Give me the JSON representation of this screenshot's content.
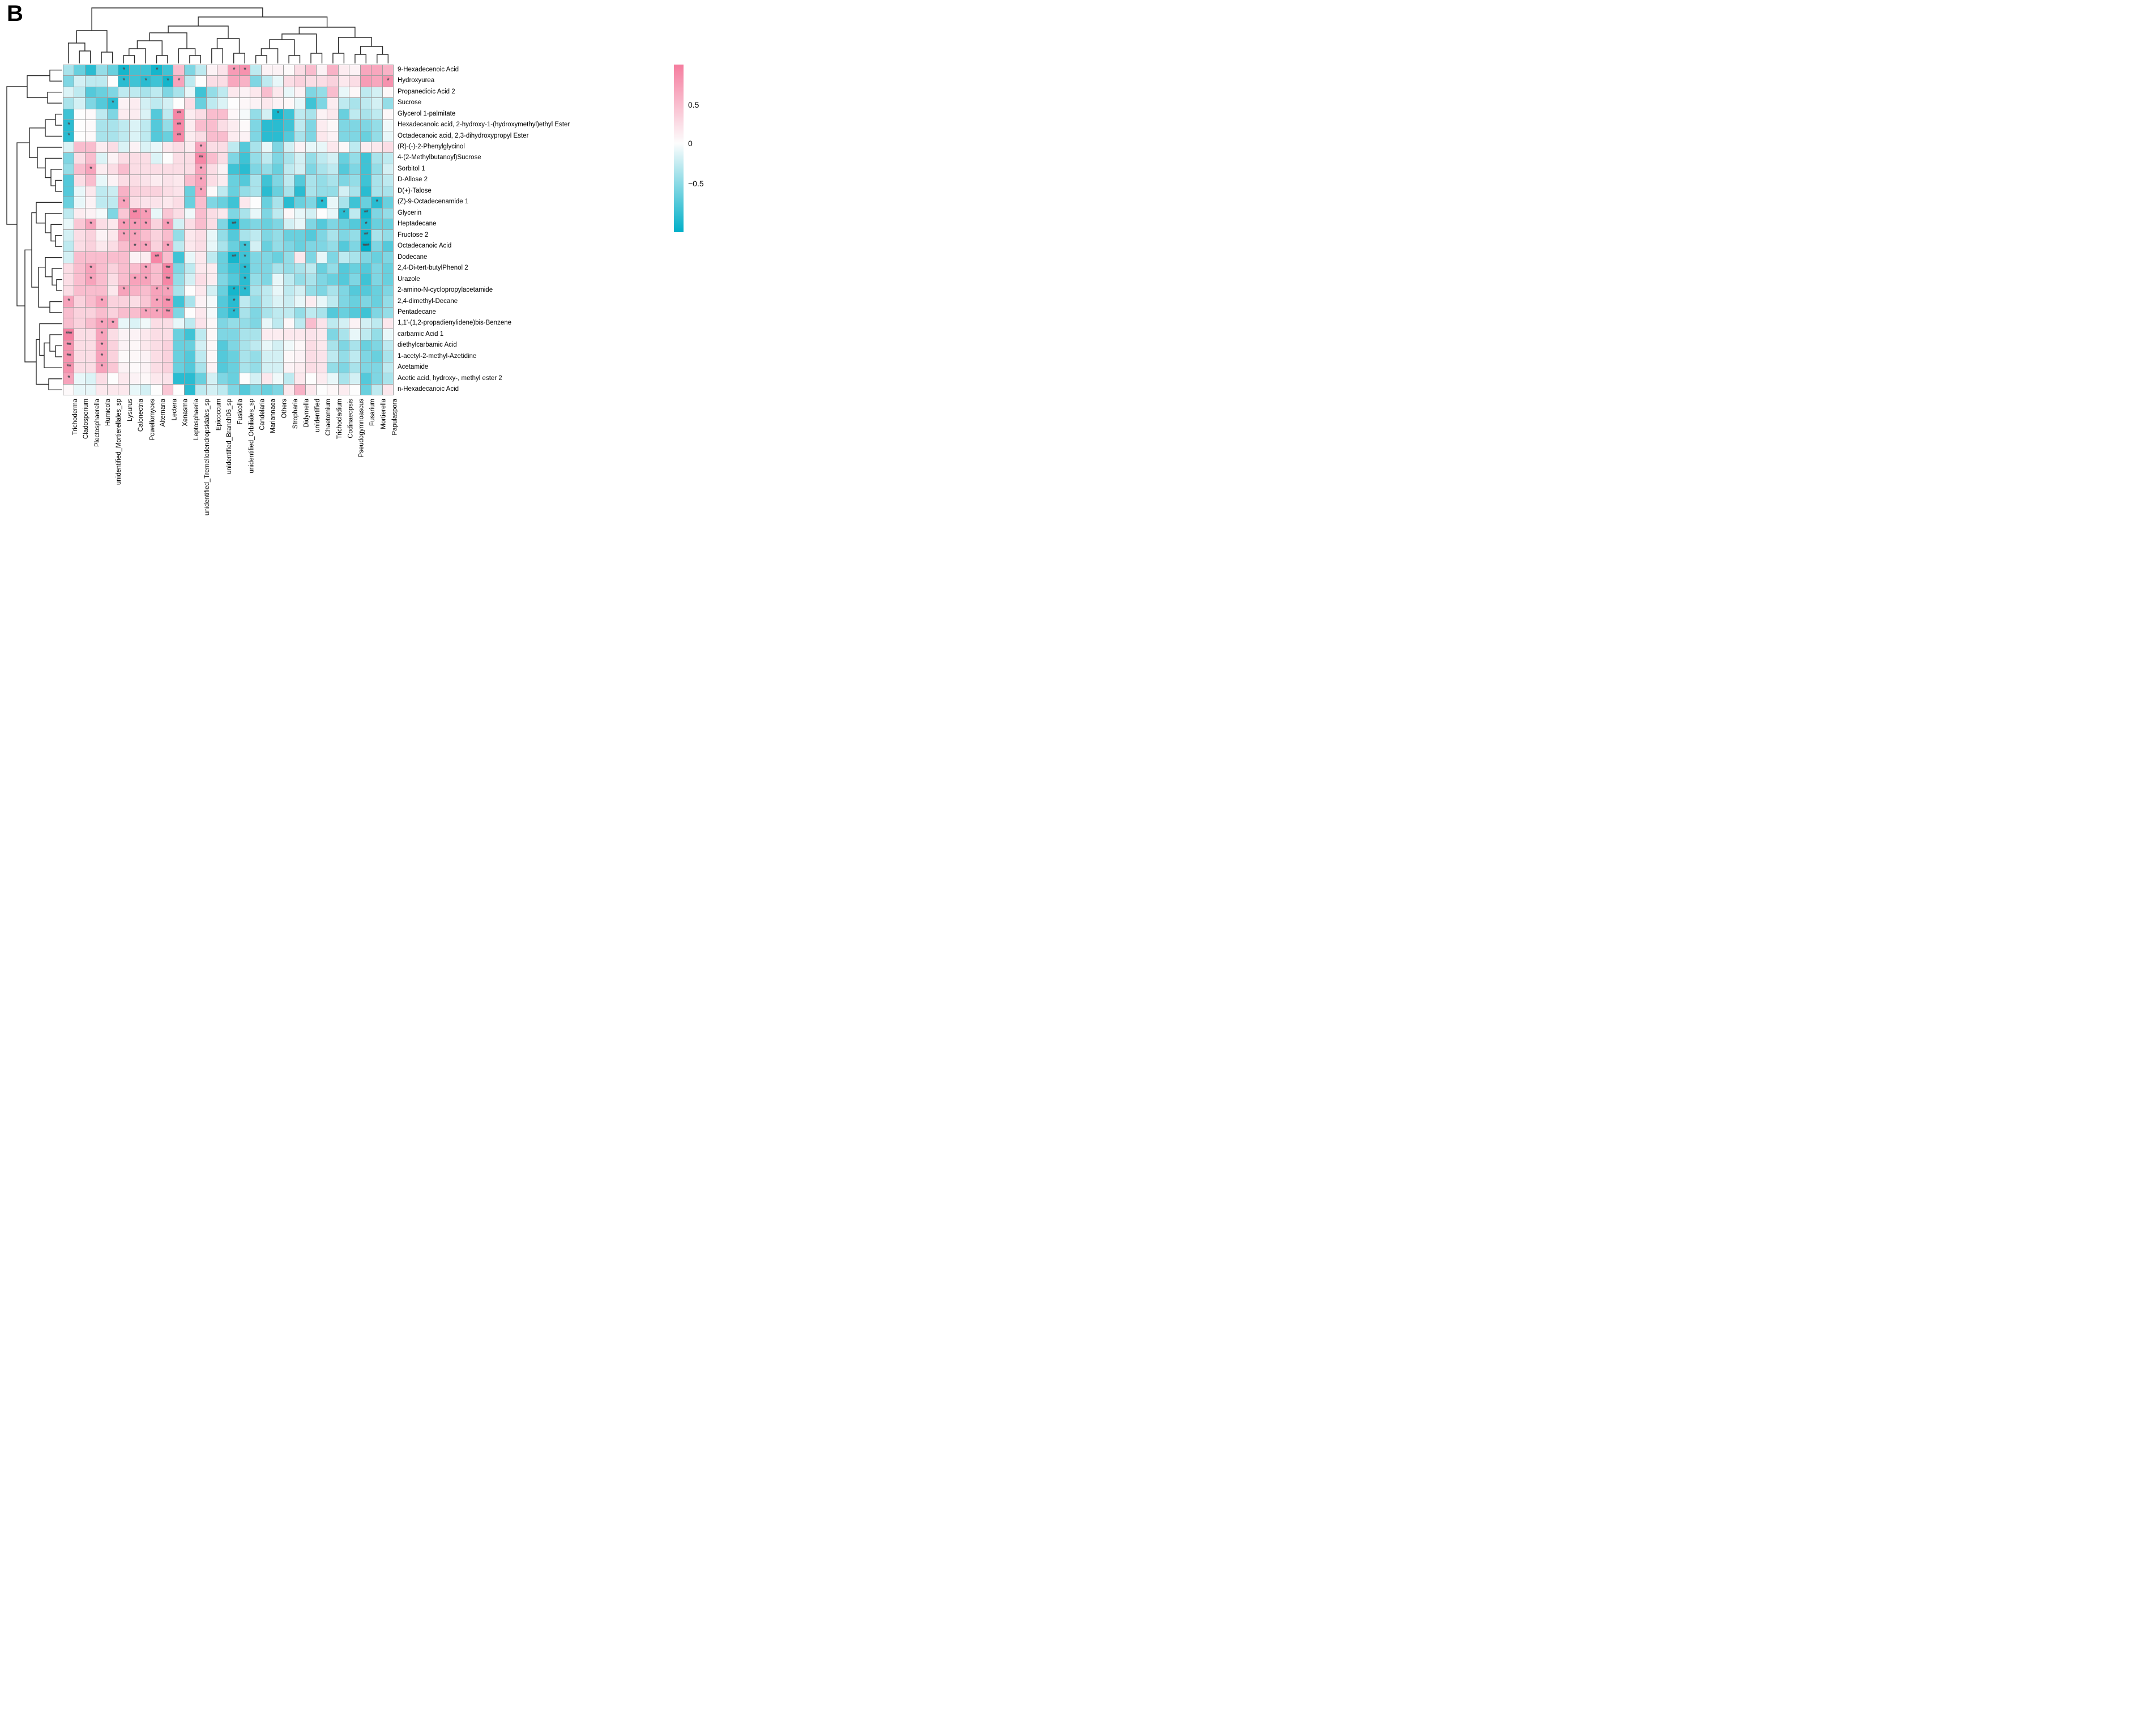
{
  "title": "B",
  "colorbar": {
    "ticks": [
      "0.5",
      "0",
      "-0.5"
    ],
    "tick_fractions": [
      0.24,
      0.47,
      0.71
    ],
    "max_color": "#F57C9E",
    "mid_color": "#FDFDFD",
    "min_color": "#00AFC8",
    "scale_limit": 0.6
  },
  "grid_line_color": "#9e9e9e",
  "chart_data": {
    "type": "heatmap",
    "title": "B",
    "legend_position": "right",
    "value_range": [
      -0.6,
      0.6
    ],
    "columns": [
      "Trichoderma",
      "Cladosporium",
      "Plectosphaerella",
      "Humicola",
      "unidentified_Mortierellales_sp",
      "Lysurus",
      "Calonectria",
      "Powellomyces",
      "Alternaria",
      "Lectera",
      "Xenasma",
      "Leptosphaeria",
      "unidentified_Tremellodendropsidales_sp",
      "Epicoccum",
      "unidentified_Branch06_sp",
      "Fusicolla",
      "unidentified_Orbiliales_sp",
      "Candelaria",
      "Mariannaea",
      "Others",
      "Stropharia",
      "Didymella",
      "unidentified",
      "Chaetomium",
      "Trichocladium",
      "Codinaeopsis",
      "Pseudogymnoascus",
      "Fusarium",
      "Mortierella",
      "Papulaspora"
    ],
    "rows": [
      "9-Hexadecenoic Acid",
      "Hydroxyurea",
      "Propanedioic Acid 2",
      "Sucrose",
      "Glycerol 1-palmitate",
      "Hexadecanoic acid, 2-hydroxy-1-(hydroxymethyl)ethyl Ester",
      "Octadecanoic acid, 2,3-dihydroxypropyl Ester",
      "(R)-(-)-2-Phenylglycinol",
      "4-(2-Methylbutanoyl)Sucrose",
      "Sorbitol 1",
      "D-Allose 2",
      "D(+)-Talose",
      "(Z)-9-Octadecenamide 1",
      "Glycerin",
      "Heptadecane",
      "Fructose 2",
      "Octadecanoic Acid",
      "Dodecane",
      "2,4-Di-tert-butylPhenol 2",
      "Urazole",
      "2-amino-N-cyclopropylacetamide",
      "2,4-dimethyl-Decane",
      "Pentadecane",
      "1,1'-(1,2-propadienylidene)bis-Benzene",
      "carbamic Acid 1",
      "diethylcarbamic Acid",
      "1-acetyl-2-methyl-Azetidine",
      "Acetamide",
      "Acetic acid, hydroxy-, methyl ester 2",
      "n-Hexadecanoic Acid"
    ],
    "matrix": [
      [
        -0.2,
        -0.35,
        -0.5,
        -0.25,
        -0.35,
        -0.55,
        -0.45,
        -0.45,
        -0.55,
        -0.45,
        0.3,
        -0.3,
        -0.15,
        0.05,
        0.12,
        0.45,
        0.5,
        -0.15,
        0.05,
        0.05,
        0.02,
        0.15,
        0.3,
        0.05,
        0.35,
        0.08,
        0.05,
        0.4,
        0.4,
        0.35
      ],
      [
        -0.3,
        -0.1,
        -0.15,
        -0.15,
        0.0,
        -0.5,
        -0.45,
        -0.5,
        -0.45,
        -0.55,
        0.42,
        -0.15,
        0.0,
        0.15,
        0.15,
        0.4,
        0.35,
        -0.3,
        -0.15,
        -0.05,
        0.15,
        0.2,
        0.15,
        0.15,
        0.2,
        0.1,
        0.15,
        0.45,
        0.4,
        0.5
      ],
      [
        -0.08,
        -0.15,
        -0.4,
        -0.35,
        -0.3,
        -0.15,
        -0.15,
        -0.2,
        -0.15,
        -0.3,
        -0.2,
        -0.05,
        -0.45,
        -0.25,
        -0.15,
        0.1,
        0.05,
        0.1,
        0.3,
        0.1,
        -0.05,
        0.05,
        -0.3,
        -0.25,
        0.3,
        -0.05,
        0.03,
        -0.15,
        -0.1,
        0.03
      ],
      [
        -0.2,
        -0.1,
        -0.3,
        -0.4,
        -0.5,
        0.05,
        0.08,
        -0.1,
        -0.15,
        -0.1,
        0.0,
        0.15,
        -0.35,
        -0.15,
        -0.08,
        0.0,
        0.03,
        0.05,
        0.1,
        0.05,
        0.03,
        -0.05,
        -0.45,
        -0.3,
        0.08,
        -0.15,
        -0.2,
        -0.15,
        -0.1,
        -0.25
      ],
      [
        -0.45,
        0.0,
        0.02,
        -0.15,
        -0.3,
        0.08,
        0.08,
        -0.08,
        -0.4,
        -0.15,
        0.55,
        0.08,
        0.15,
        0.3,
        0.3,
        0.03,
        -0.02,
        -0.25,
        -0.1,
        -0.55,
        -0.45,
        -0.15,
        -0.2,
        0.05,
        0.1,
        -0.35,
        -0.15,
        -0.2,
        -0.15,
        0.03
      ],
      [
        -0.5,
        0.0,
        0.02,
        -0.2,
        -0.2,
        -0.15,
        -0.08,
        -0.15,
        -0.4,
        -0.25,
        0.55,
        0.08,
        0.3,
        0.3,
        0.15,
        0.08,
        0.02,
        -0.3,
        -0.5,
        -0.5,
        -0.45,
        -0.15,
        -0.3,
        0.08,
        0.03,
        -0.3,
        -0.3,
        -0.3,
        -0.25,
        -0.03
      ],
      [
        -0.5,
        0.0,
        0.02,
        -0.2,
        -0.2,
        -0.15,
        -0.08,
        -0.15,
        -0.4,
        -0.35,
        0.55,
        0.08,
        0.15,
        0.3,
        0.3,
        0.08,
        0.05,
        -0.3,
        -0.5,
        -0.5,
        -0.4,
        -0.2,
        -0.3,
        0.1,
        0.05,
        -0.3,
        -0.3,
        -0.35,
        -0.25,
        -0.05
      ],
      [
        -0.08,
        0.3,
        0.3,
        0.08,
        0.15,
        -0.08,
        0.05,
        -0.08,
        -0.05,
        0.1,
        0.15,
        0.08,
        0.42,
        0.15,
        0.15,
        -0.15,
        -0.4,
        -0.2,
        -0.05,
        -0.3,
        -0.1,
        0.05,
        -0.05,
        -0.05,
        0.1,
        0.03,
        -0.15,
        0.08,
        0.1,
        0.15
      ],
      [
        -0.3,
        0.15,
        0.3,
        -0.08,
        0.05,
        0.15,
        0.15,
        0.15,
        -0.08,
        0.0,
        0.15,
        0.15,
        0.55,
        0.3,
        0.15,
        -0.3,
        -0.45,
        -0.25,
        -0.15,
        -0.3,
        -0.2,
        -0.1,
        -0.25,
        -0.15,
        -0.1,
        -0.35,
        -0.25,
        -0.45,
        -0.2,
        -0.15
      ],
      [
        -0.25,
        0.3,
        0.42,
        0.08,
        0.15,
        0.3,
        0.15,
        0.15,
        0.15,
        0.15,
        0.15,
        0.15,
        0.42,
        0.15,
        0.05,
        -0.45,
        -0.5,
        -0.3,
        -0.25,
        -0.35,
        -0.15,
        -0.1,
        -0.3,
        -0.2,
        -0.15,
        -0.4,
        -0.3,
        -0.45,
        -0.25,
        -0.1
      ],
      [
        -0.4,
        0.15,
        0.3,
        -0.05,
        0.05,
        0.15,
        0.15,
        0.12,
        0.08,
        0.12,
        0.1,
        0.3,
        0.42,
        0.15,
        0.08,
        -0.35,
        -0.4,
        -0.2,
        -0.45,
        -0.3,
        -0.15,
        -0.4,
        -0.2,
        -0.25,
        -0.2,
        -0.3,
        -0.25,
        -0.45,
        -0.2,
        -0.15
      ],
      [
        -0.4,
        -0.05,
        0.1,
        -0.15,
        -0.12,
        0.35,
        0.2,
        0.2,
        0.2,
        0.15,
        0.12,
        -0.35,
        0.42,
        0.02,
        -0.15,
        -0.35,
        -0.25,
        -0.2,
        -0.5,
        -0.35,
        -0.2,
        -0.5,
        -0.2,
        -0.25,
        -0.25,
        -0.1,
        -0.2,
        -0.5,
        -0.2,
        -0.2
      ],
      [
        -0.35,
        -0.05,
        0.05,
        -0.15,
        -0.15,
        0.42,
        0.15,
        0.12,
        0.12,
        0.1,
        0.15,
        -0.35,
        0.3,
        -0.3,
        -0.35,
        -0.45,
        0.1,
        0.0,
        -0.35,
        -0.2,
        -0.5,
        -0.35,
        -0.3,
        -0.5,
        -0.05,
        -0.2,
        -0.45,
        -0.35,
        -0.5,
        -0.35
      ],
      [
        -0.15,
        0.08,
        0.05,
        -0.02,
        -0.3,
        0.25,
        0.55,
        0.45,
        -0.05,
        0.25,
        0.15,
        -0.03,
        0.3,
        0.15,
        0.1,
        -0.3,
        -0.2,
        -0.05,
        -0.3,
        -0.15,
        0.03,
        -0.05,
        -0.1,
        0.0,
        -0.05,
        -0.5,
        -0.15,
        -0.55,
        -0.3,
        -0.25
      ],
      [
        -0.05,
        0.25,
        0.42,
        0.15,
        0.1,
        0.45,
        0.45,
        0.45,
        0.2,
        0.45,
        -0.1,
        0.15,
        0.3,
        0.15,
        -0.3,
        -0.55,
        -0.35,
        -0.3,
        -0.35,
        -0.3,
        -0.1,
        -0.05,
        -0.3,
        -0.4,
        -0.3,
        -0.35,
        -0.4,
        -0.5,
        -0.35,
        -0.35
      ],
      [
        -0.1,
        0.15,
        0.2,
        0.05,
        0.1,
        0.42,
        0.42,
        0.3,
        0.2,
        0.3,
        -0.25,
        0.1,
        0.15,
        -0.05,
        -0.25,
        -0.4,
        -0.2,
        -0.15,
        -0.3,
        -0.25,
        -0.35,
        -0.35,
        -0.4,
        -0.3,
        -0.2,
        -0.3,
        -0.25,
        -0.55,
        -0.2,
        -0.25
      ],
      [
        -0.15,
        0.15,
        0.2,
        0.1,
        0.15,
        0.3,
        0.42,
        0.42,
        0.2,
        0.42,
        -0.15,
        0.1,
        0.15,
        -0.05,
        -0.2,
        -0.35,
        -0.45,
        -0.1,
        -0.35,
        -0.25,
        -0.3,
        -0.35,
        -0.3,
        -0.3,
        -0.25,
        -0.4,
        -0.3,
        -0.6,
        -0.3,
        -0.4
      ],
      [
        -0.1,
        0.3,
        0.3,
        0.3,
        0.3,
        0.3,
        0.05,
        0.08,
        0.55,
        0.3,
        -0.45,
        -0.05,
        0.1,
        -0.15,
        -0.35,
        -0.55,
        -0.45,
        -0.3,
        -0.3,
        -0.35,
        -0.25,
        0.1,
        -0.3,
        -0.05,
        -0.3,
        -0.15,
        -0.2,
        -0.3,
        -0.35,
        -0.3
      ],
      [
        0.15,
        0.3,
        0.42,
        0.3,
        0.2,
        0.3,
        0.3,
        0.42,
        0.3,
        0.55,
        -0.3,
        -0.15,
        0.1,
        0.08,
        -0.35,
        -0.45,
        -0.5,
        -0.3,
        -0.3,
        -0.2,
        -0.25,
        -0.2,
        -0.15,
        -0.35,
        -0.25,
        -0.4,
        -0.35,
        -0.4,
        -0.3,
        -0.35
      ],
      [
        0.15,
        0.3,
        0.42,
        0.3,
        0.15,
        0.3,
        0.42,
        0.42,
        0.3,
        0.55,
        -0.25,
        -0.1,
        0.15,
        0.08,
        -0.3,
        -0.4,
        -0.5,
        -0.25,
        -0.3,
        -0.05,
        -0.15,
        -0.25,
        -0.2,
        -0.3,
        -0.35,
        -0.4,
        -0.3,
        -0.45,
        -0.3,
        -0.35
      ],
      [
        0.15,
        0.3,
        0.3,
        0.3,
        0.1,
        0.42,
        0.35,
        0.3,
        0.42,
        0.42,
        -0.2,
        0.0,
        0.1,
        -0.1,
        -0.35,
        -0.55,
        -0.5,
        -0.2,
        -0.15,
        -0.05,
        -0.15,
        -0.1,
        -0.25,
        -0.3,
        -0.2,
        -0.3,
        -0.4,
        -0.4,
        -0.35,
        -0.3
      ],
      [
        0.42,
        0.2,
        0.3,
        0.42,
        0.2,
        0.2,
        0.15,
        0.25,
        0.42,
        0.5,
        -0.45,
        -0.2,
        0.05,
        -0.02,
        -0.4,
        -0.5,
        -0.15,
        -0.25,
        -0.15,
        -0.08,
        -0.12,
        -0.05,
        0.08,
        -0.05,
        -0.15,
        -0.3,
        -0.35,
        -0.3,
        -0.35,
        -0.25
      ],
      [
        0.3,
        0.2,
        0.2,
        0.3,
        0.2,
        0.3,
        0.3,
        0.42,
        0.42,
        0.5,
        -0.3,
        0.0,
        0.1,
        -0.02,
        -0.4,
        -0.5,
        -0.2,
        -0.3,
        -0.2,
        -0.15,
        -0.15,
        -0.25,
        -0.15,
        -0.2,
        -0.4,
        -0.35,
        -0.4,
        -0.45,
        -0.3,
        -0.25
      ],
      [
        0.3,
        0.2,
        0.3,
        0.42,
        0.42,
        -0.05,
        -0.08,
        -0.03,
        0.15,
        0.15,
        -0.05,
        -0.15,
        0.12,
        0.03,
        -0.3,
        -0.25,
        -0.25,
        -0.3,
        -0.05,
        -0.15,
        0.03,
        -0.15,
        0.3,
        0.12,
        -0.15,
        -0.1,
        0.05,
        -0.1,
        -0.15,
        0.1
      ],
      [
        0.58,
        0.15,
        0.15,
        0.42,
        0.15,
        0.05,
        0.05,
        0.1,
        0.15,
        0.15,
        -0.35,
        -0.45,
        -0.15,
        0.03,
        -0.3,
        -0.3,
        -0.2,
        -0.2,
        0.08,
        0.08,
        0.1,
        0.1,
        0.12,
        0.1,
        -0.3,
        -0.2,
        -0.05,
        -0.15,
        -0.25,
        -0.05
      ],
      [
        0.5,
        0.15,
        0.15,
        0.42,
        0.2,
        0.05,
        0.03,
        0.1,
        0.15,
        0.2,
        -0.35,
        -0.35,
        -0.1,
        0.03,
        -0.4,
        -0.3,
        -0.2,
        -0.15,
        -0.05,
        -0.1,
        -0.03,
        0.03,
        0.15,
        0.1,
        -0.2,
        -0.3,
        -0.2,
        -0.35,
        -0.3,
        -0.15
      ],
      [
        0.5,
        0.15,
        0.15,
        0.42,
        0.2,
        0.02,
        0.03,
        0.05,
        0.15,
        0.2,
        -0.35,
        -0.4,
        -0.15,
        0.03,
        -0.4,
        -0.35,
        -0.2,
        -0.25,
        -0.1,
        -0.1,
        0.03,
        0.05,
        0.15,
        0.12,
        -0.15,
        -0.25,
        -0.15,
        -0.3,
        -0.35,
        -0.2
      ],
      [
        0.5,
        0.15,
        0.15,
        0.42,
        0.25,
        0.05,
        0.02,
        0.05,
        0.15,
        0.2,
        -0.35,
        -0.4,
        -0.2,
        0.05,
        -0.4,
        -0.35,
        -0.2,
        -0.25,
        -0.1,
        -0.1,
        0.05,
        0.08,
        0.15,
        0.12,
        -0.25,
        -0.3,
        -0.2,
        -0.3,
        -0.3,
        -0.15
      ],
      [
        0.42,
        -0.05,
        -0.08,
        0.15,
        0.0,
        0.1,
        0.05,
        0.03,
        0.1,
        0.12,
        -0.5,
        -0.5,
        -0.35,
        -0.1,
        -0.3,
        -0.35,
        0.0,
        -0.1,
        0.1,
        -0.03,
        -0.15,
        0.1,
        0.0,
        0.08,
        -0.05,
        -0.2,
        -0.1,
        -0.4,
        -0.3,
        -0.2
      ],
      [
        0.02,
        -0.05,
        -0.05,
        0.1,
        0.1,
        0.1,
        -0.05,
        -0.1,
        0.0,
        0.25,
        0.0,
        -0.5,
        -0.15,
        -0.1,
        -0.15,
        -0.3,
        -0.4,
        -0.3,
        -0.35,
        -0.3,
        0.1,
        0.35,
        0.1,
        0.0,
        0.03,
        0.08,
        0.0,
        -0.35,
        -0.15,
        0.1
      ]
    ],
    "significance": [
      [
        1,
        6,
        "*"
      ],
      [
        1,
        9,
        "*"
      ],
      [
        1,
        16,
        "*"
      ],
      [
        1,
        17,
        "*"
      ],
      [
        2,
        6,
        "*"
      ],
      [
        2,
        8,
        "*"
      ],
      [
        2,
        10,
        "*"
      ],
      [
        2,
        11,
        "*"
      ],
      [
        2,
        30,
        "*"
      ],
      [
        4,
        5,
        "*"
      ],
      [
        5,
        11,
        "**"
      ],
      [
        5,
        20,
        "*"
      ],
      [
        6,
        1,
        "*"
      ],
      [
        6,
        11,
        "**"
      ],
      [
        7,
        1,
        "*"
      ],
      [
        7,
        11,
        "**"
      ],
      [
        8,
        13,
        "*"
      ],
      [
        9,
        13,
        "**"
      ],
      [
        10,
        3,
        "*"
      ],
      [
        10,
        13,
        "*"
      ],
      [
        11,
        13,
        "*"
      ],
      [
        12,
        13,
        "*"
      ],
      [
        13,
        6,
        "*"
      ],
      [
        13,
        24,
        "*"
      ],
      [
        13,
        29,
        "*"
      ],
      [
        14,
        7,
        "**"
      ],
      [
        14,
        8,
        "*"
      ],
      [
        14,
        26,
        "*"
      ],
      [
        14,
        28,
        "**"
      ],
      [
        15,
        3,
        "*"
      ],
      [
        15,
        6,
        "*"
      ],
      [
        15,
        7,
        "*"
      ],
      [
        15,
        8,
        "*"
      ],
      [
        15,
        10,
        "*"
      ],
      [
        15,
        16,
        "**"
      ],
      [
        15,
        28,
        "*"
      ],
      [
        16,
        6,
        "*"
      ],
      [
        16,
        7,
        "*"
      ],
      [
        16,
        28,
        "**"
      ],
      [
        17,
        7,
        "*"
      ],
      [
        17,
        8,
        "*"
      ],
      [
        17,
        10,
        "*"
      ],
      [
        17,
        17,
        "*"
      ],
      [
        17,
        28,
        "***"
      ],
      [
        18,
        9,
        "**"
      ],
      [
        18,
        16,
        "**"
      ],
      [
        18,
        17,
        "*"
      ],
      [
        19,
        3,
        "*"
      ],
      [
        19,
        8,
        "*"
      ],
      [
        19,
        10,
        "**"
      ],
      [
        19,
        17,
        "*"
      ],
      [
        20,
        3,
        "*"
      ],
      [
        20,
        7,
        "*"
      ],
      [
        20,
        8,
        "*"
      ],
      [
        20,
        10,
        "**"
      ],
      [
        20,
        17,
        "*"
      ],
      [
        21,
        6,
        "*"
      ],
      [
        21,
        9,
        "*"
      ],
      [
        21,
        10,
        "*"
      ],
      [
        21,
        16,
        "*"
      ],
      [
        21,
        17,
        "*"
      ],
      [
        22,
        1,
        "*"
      ],
      [
        22,
        4,
        "*"
      ],
      [
        22,
        9,
        "*"
      ],
      [
        22,
        10,
        "**"
      ],
      [
        22,
        16,
        "*"
      ],
      [
        23,
        8,
        "*"
      ],
      [
        23,
        9,
        "*"
      ],
      [
        23,
        10,
        "**"
      ],
      [
        23,
        16,
        "*"
      ],
      [
        24,
        4,
        "*"
      ],
      [
        24,
        5,
        "*"
      ],
      [
        25,
        1,
        "***"
      ],
      [
        25,
        4,
        "*"
      ],
      [
        26,
        1,
        "**"
      ],
      [
        26,
        4,
        "*"
      ],
      [
        27,
        1,
        "**"
      ],
      [
        27,
        4,
        "*"
      ],
      [
        28,
        1,
        "**"
      ],
      [
        28,
        4,
        "*"
      ],
      [
        29,
        1,
        "*"
      ]
    ],
    "colorbar_ticks": [
      "0.5",
      "0",
      "-0.5"
    ]
  }
}
